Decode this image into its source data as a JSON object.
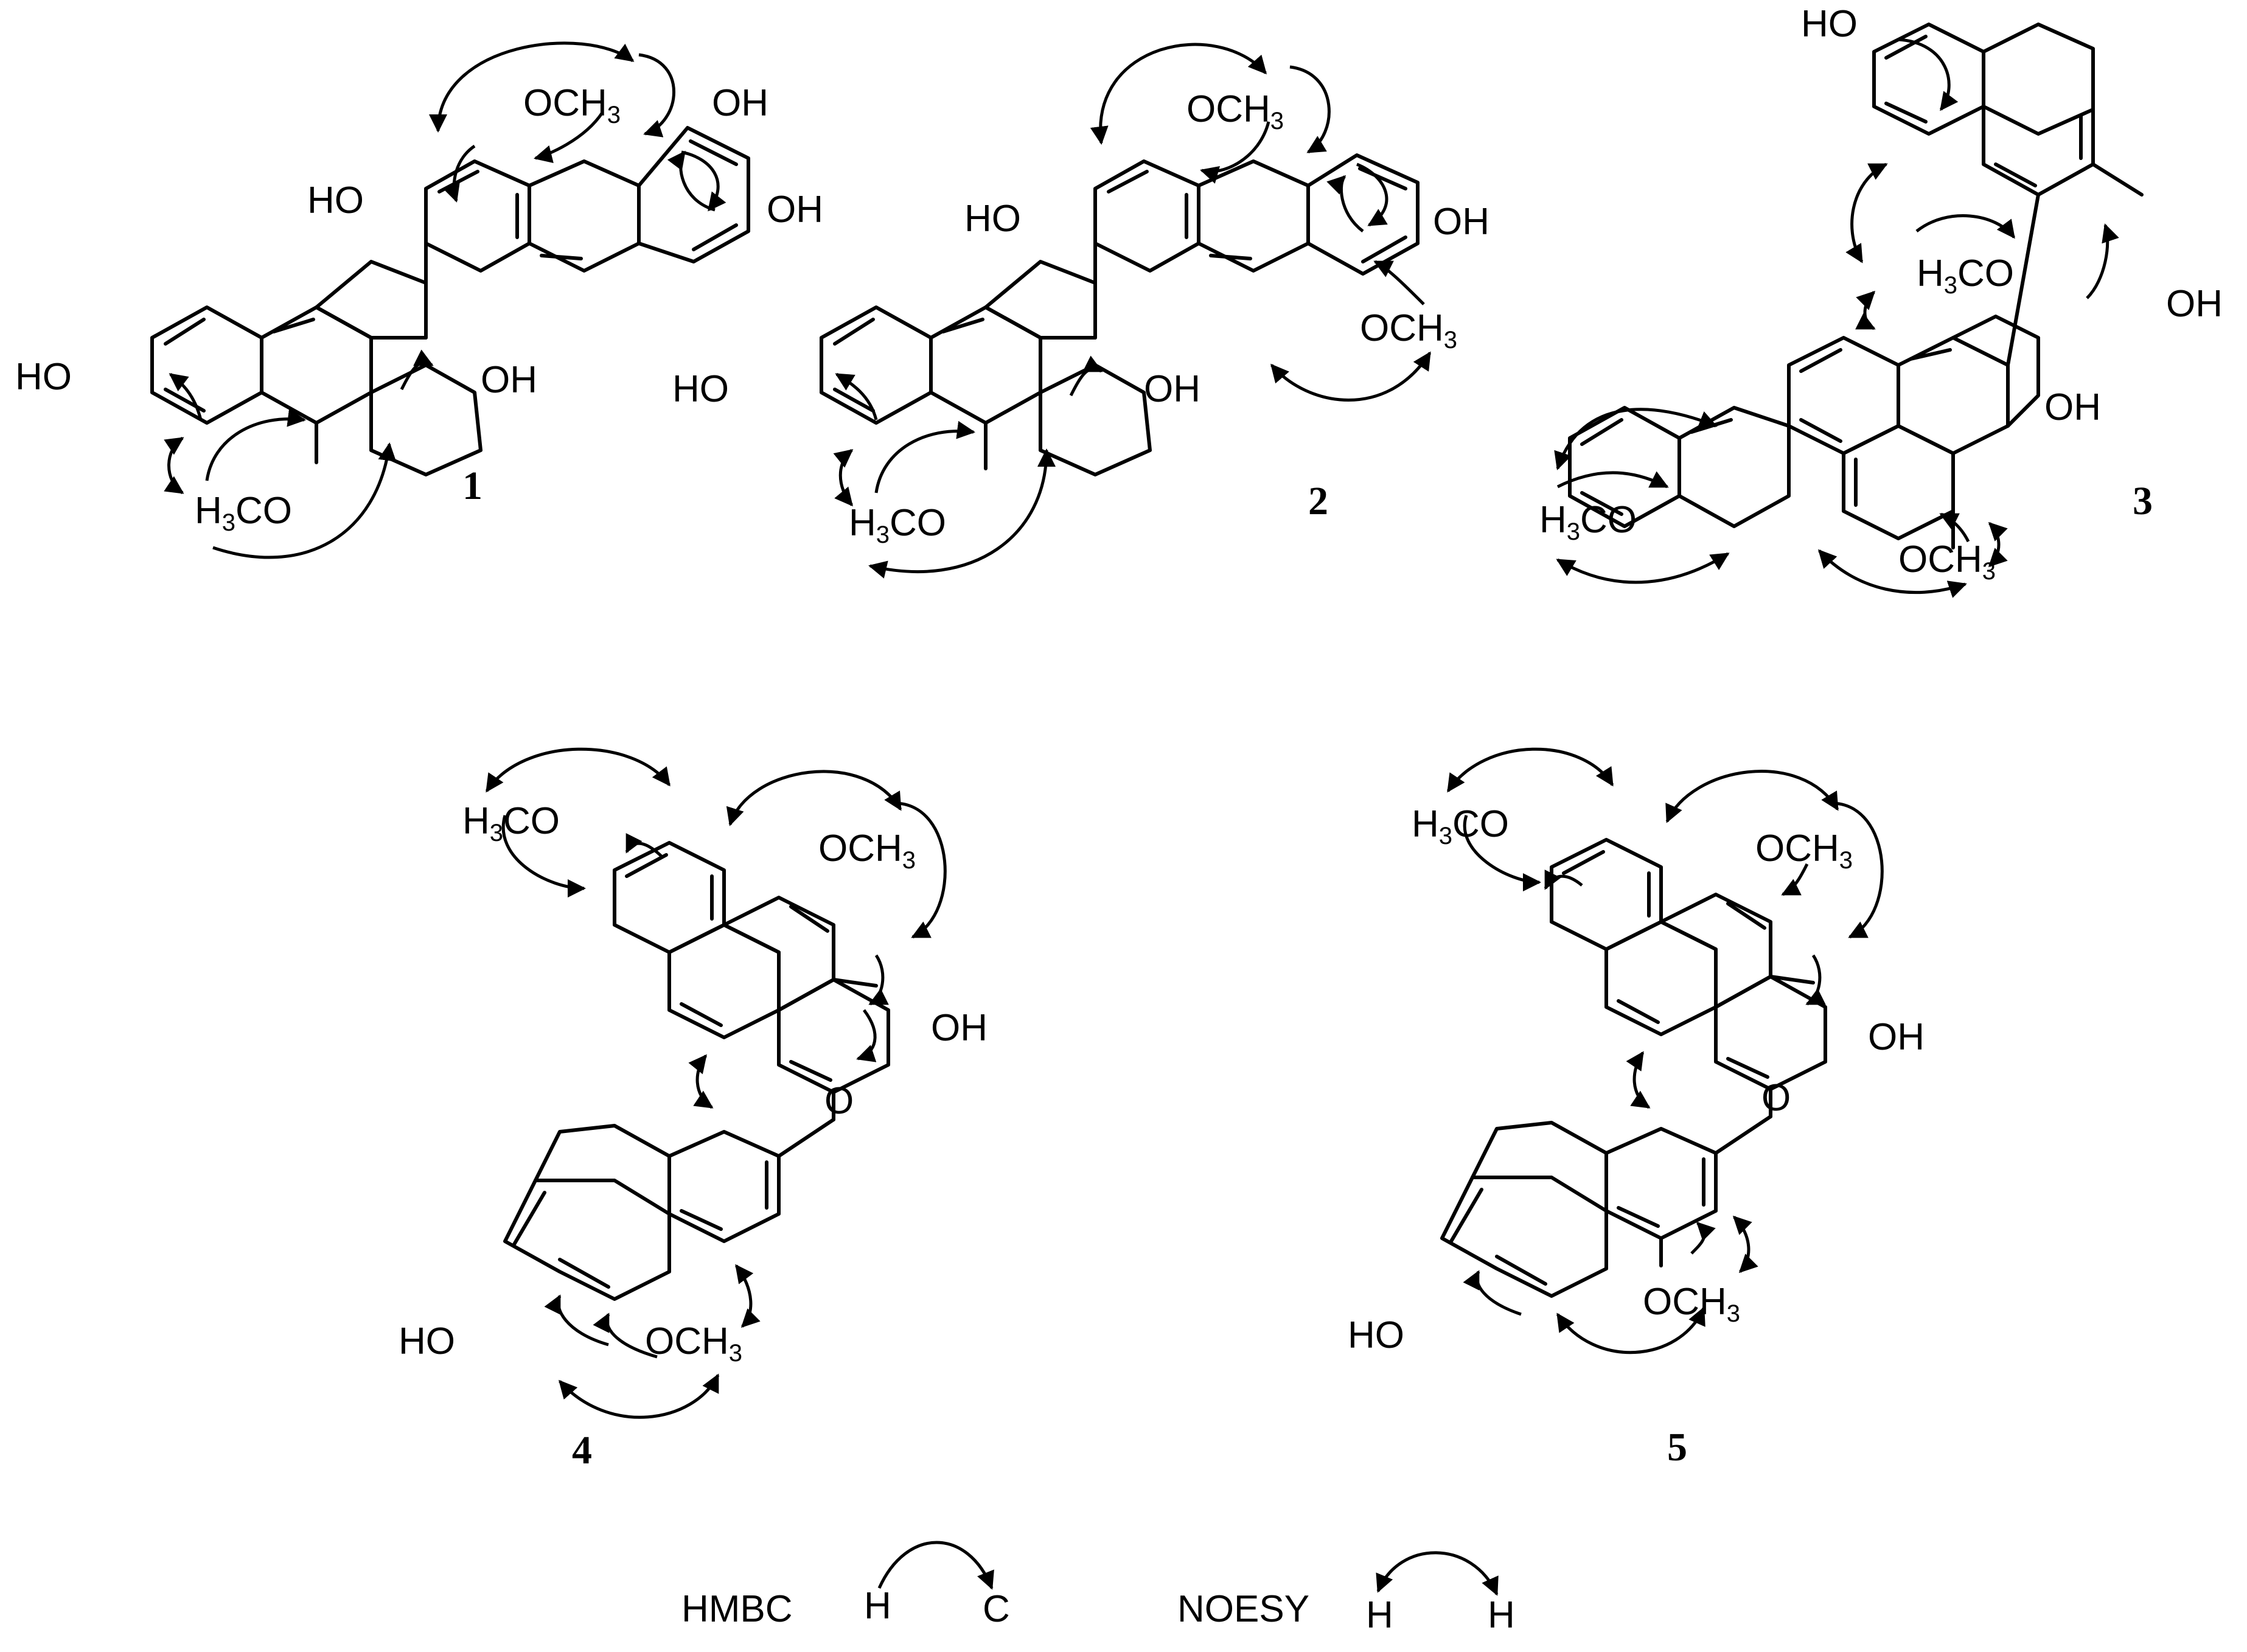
{
  "compounds": [
    {
      "number": "1",
      "labels": [
        {
          "text": "OCH",
          "sub": "3"
        },
        {
          "text": "OH"
        },
        {
          "text": "OH"
        },
        {
          "text": "HO"
        },
        {
          "text": "HO"
        },
        {
          "text": "OH"
        },
        {
          "pre": "H",
          "sub": "3",
          "text": "CO"
        }
      ]
    },
    {
      "number": "2",
      "labels": [
        {
          "text": "OCH",
          "sub": "3"
        },
        {
          "text": "HO"
        },
        {
          "text": "OH"
        },
        {
          "text": "OCH",
          "sub": "3"
        },
        {
          "text": "HO"
        },
        {
          "text": "OH"
        },
        {
          "pre": "H",
          "sub": "3",
          "text": "CO"
        }
      ]
    },
    {
      "number": "3",
      "labels": [
        {
          "text": "HO"
        },
        {
          "pre": "H",
          "sub": "3",
          "text": "CO"
        },
        {
          "text": "OH"
        },
        {
          "text": "OH"
        },
        {
          "pre": "H",
          "sub": "3",
          "text": "CO"
        },
        {
          "text": "OCH",
          "sub": "3"
        }
      ]
    },
    {
      "number": "4",
      "labels": [
        {
          "pre": "H",
          "sub": "3",
          "text": "CO"
        },
        {
          "text": "OCH",
          "sub": "3"
        },
        {
          "text": "OH"
        },
        {
          "text": "O"
        },
        {
          "text": "HO"
        },
        {
          "text": "OCH",
          "sub": "3"
        }
      ]
    },
    {
      "number": "5",
      "labels": [
        {
          "pre": "H",
          "sub": "3",
          "text": "CO"
        },
        {
          "text": "OCH",
          "sub": "3"
        },
        {
          "text": "OH"
        },
        {
          "text": "O"
        },
        {
          "text": "OCH",
          "sub": "3"
        },
        {
          "text": "HO"
        }
      ]
    }
  ],
  "legend": {
    "hmbc": {
      "name": "HMBC",
      "from": "H",
      "to": "C"
    },
    "noesy": {
      "name": "NOESY",
      "from": "H",
      "to": "H"
    }
  }
}
